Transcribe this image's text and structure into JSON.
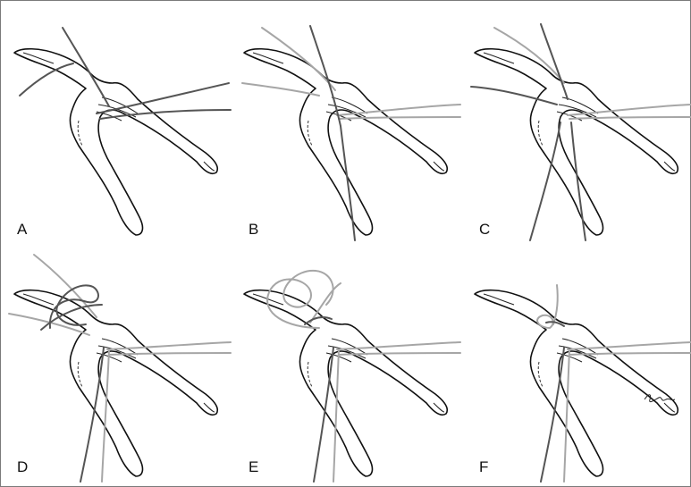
{
  "panels": [
    {
      "letter": "A"
    },
    {
      "letter": "B"
    },
    {
      "letter": "C"
    },
    {
      "letter": "D"
    },
    {
      "letter": "E"
    },
    {
      "letter": "F"
    }
  ],
  "colors": {
    "bone_outline": "#111111",
    "suture_dark": "#555555",
    "suture_light": "#a6a6a6",
    "frame": "#7a7a7a"
  }
}
